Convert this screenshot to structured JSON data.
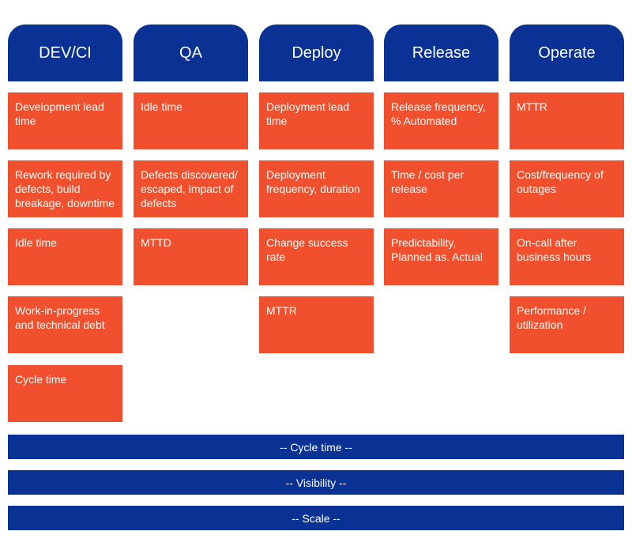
{
  "colors": {
    "header_bg": "#0a3294",
    "card_bg": "#f0502d",
    "text": "#ffffff"
  },
  "columns": [
    {
      "header": "DEV/CI",
      "cards": [
        "Development lead time",
        "Rework required by defects, build breakage, downtime",
        "Idle time",
        "Work-in-progress and technical debt",
        "Cycle time"
      ]
    },
    {
      "header": "QA",
      "cards": [
        "Idle time",
        "Defects discovered/ escaped, impact of defects",
        "MTTD"
      ]
    },
    {
      "header": "Deploy",
      "cards": [
        "Deployment lead time",
        "Deployment frequency, duration",
        "Change success rate",
        "MTTR"
      ]
    },
    {
      "header": "Release",
      "cards": [
        "Release frequency, % Automated",
        "Time / cost per release",
        "Predictability, Planned as. Actual"
      ]
    },
    {
      "header": "Operate",
      "cards": [
        "MTTR",
        "Cost/frequency of outages",
        "On-call after business hours",
        "Performance / utilization"
      ]
    }
  ],
  "bars": [
    "-- Cycle time --",
    "-- Visibility --",
    "-- Scale --"
  ]
}
